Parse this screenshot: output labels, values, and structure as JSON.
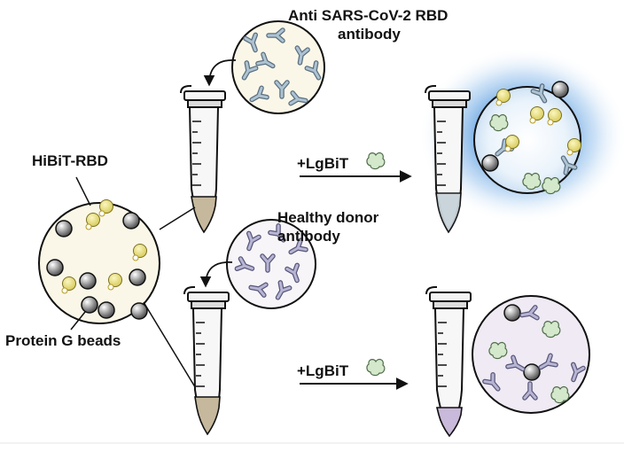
{
  "labels": {
    "anti_antibody_line1": "Anti SARS-CoV-2 RBD",
    "anti_antibody_line2": "antibody",
    "healthy_antibody_line1": "Healthy donor",
    "healthy_antibody_line2": "antibody",
    "hibit_rbd": "HiBiT-RBD",
    "protein_g_beads": "Protein G beads",
    "lgbit_top": "+LgBiT",
    "lgbit_bottom": "+LgBiT"
  },
  "colors": {
    "anti_antibody": "#8fa7b8",
    "healthy_antibody": "#9a98b8",
    "bead": "#6e6e6e",
    "hibit_rbd": "#e8df8a",
    "lgbit": "#c9e2bf",
    "glow": "#4d94dc",
    "tube_pellet": "#c5b89c",
    "tube_liquid_top": "#c8d4da",
    "tube_liquid_bottom": "#c9b9da",
    "circle_fill_cream": "#fbf7e8",
    "circle_fill_blue": "#d8e8f6",
    "circle_fill_lavender": "#efeaf3"
  },
  "icons": {
    "tube": "microcentrifuge-tube-icon",
    "arrow": "arrow-right-icon",
    "lgbit": "lgbit-fragment-icon",
    "bead": "protein-g-bead-icon",
    "antibody": "antibody-y-icon",
    "hibit": "hibit-rbd-icon"
  }
}
